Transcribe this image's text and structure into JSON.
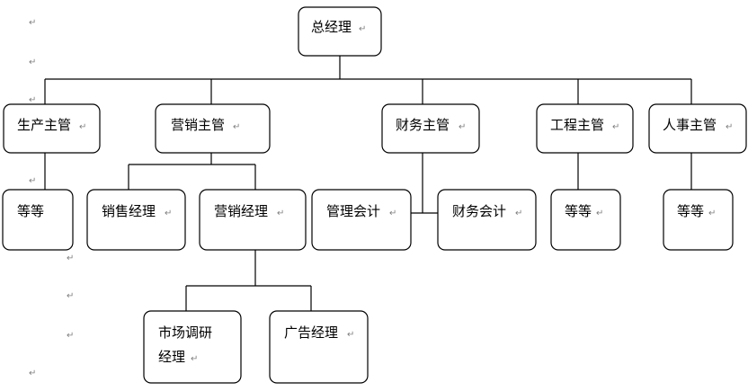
{
  "chart": {
    "nodes": {
      "ceo": "总经理",
      "production": "生产主管",
      "marketing": "营销主管",
      "finance": "财务主管",
      "engineering": "工程主管",
      "hr": "人事主管",
      "production_child": "等等",
      "sales_manager": "销售经理",
      "marketing_manager": "营销经理",
      "mgmt_accounting": "管理会计",
      "fin_accounting": "财务会计",
      "engineering_child": "等等",
      "hr_child": "等等",
      "market_research_l1": "市场调研",
      "market_research_l2": "经理",
      "ad_manager": "广告经理"
    },
    "mark": "↵"
  }
}
